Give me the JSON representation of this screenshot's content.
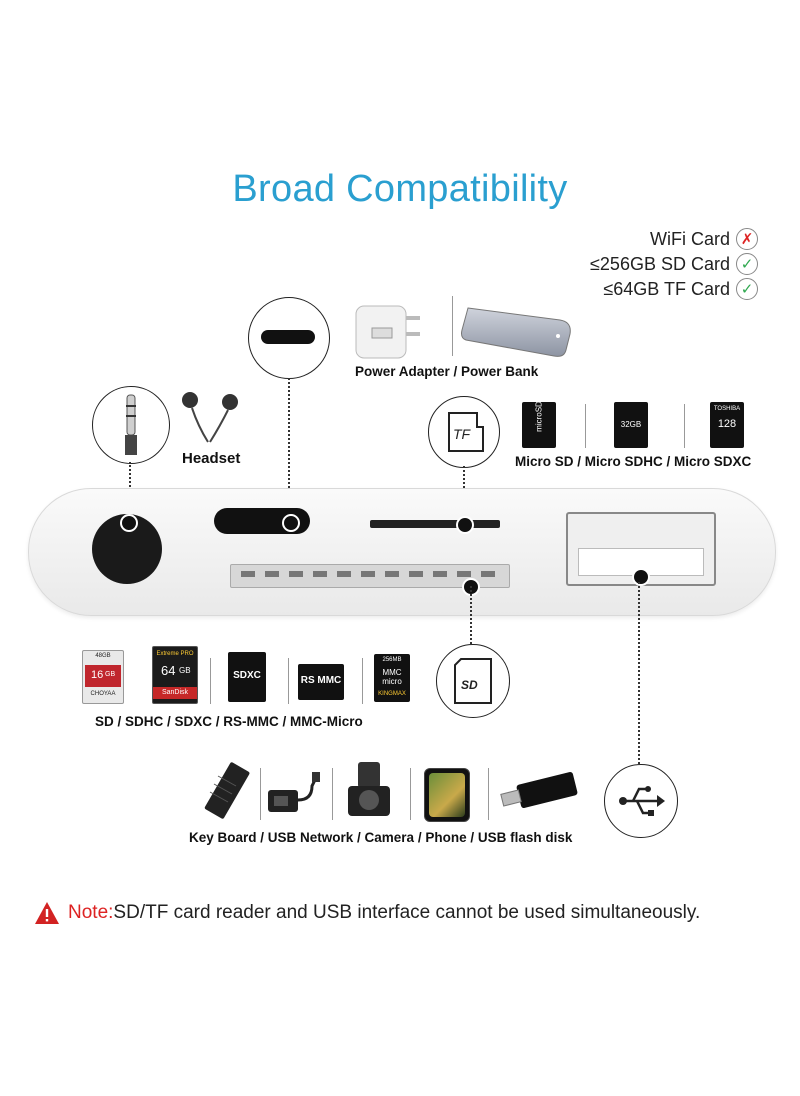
{
  "title": "Broad Compatibility",
  "compatibility": [
    {
      "label": "WiFi Card",
      "supported": false,
      "mark": "✗"
    },
    {
      "label": "≤256GB SD Card",
      "supported": true,
      "mark": "✓"
    },
    {
      "label": "≤64GB TF Card",
      "supported": true,
      "mark": "✓"
    }
  ],
  "labels": {
    "power": "Power Adapter / Power Bank",
    "headset": "Headset",
    "microsd": "Micro SD / Micro SDHC / Micro SDXC",
    "sd": "SD / SDHC / SDXC / RS-MMC / MMC-Micro",
    "usb_devices": "Key Board / USB Network / Camera  / Phone /  USB flash disk"
  },
  "card_prints": {
    "sd1_top": "48GB",
    "sd1_cap": "16",
    "sd1_unit": "GB",
    "sd1_brand": "CHOYAA",
    "sd2_top": "Extreme PRO",
    "sd2_cap": "64",
    "sd2_unit": "GB",
    "sd2_brand": "SanDisk",
    "sdxc": "SDXC",
    "rsmmc": "RS MMC",
    "mmc_top": "256MB",
    "mmc_mid": "MMC micro",
    "mmc_brand": "KINGMAX",
    "msd1": "microSD",
    "msd2": "32GB",
    "msd3_cap": "128",
    "msd3_brand": "TOSHIBA",
    "tf": "TF",
    "sd_circle": "SD"
  },
  "note": {
    "warning_icon": "warning-triangle-icon",
    "prefix": "Note:",
    "text": "SD/TF card reader and USB interface cannot be used simultaneously."
  },
  "colors": {
    "title": "#2a9fd0",
    "warning": "#d22222",
    "check": "#2fa84f"
  }
}
